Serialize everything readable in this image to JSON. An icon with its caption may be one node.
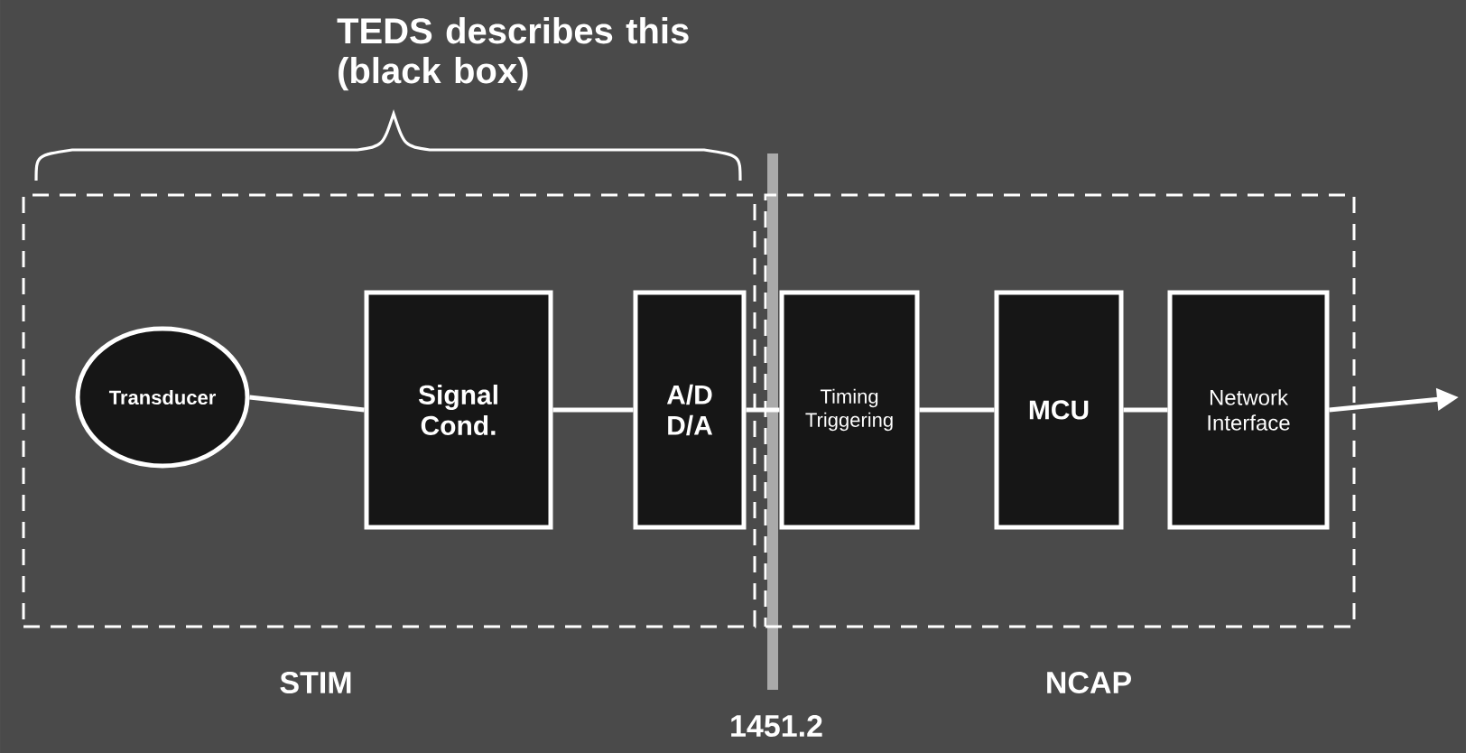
{
  "diagram": {
    "nodes": [
      {
        "text": [
          "STIM"
        ]
      },
      {
        "text": [
          "NCAP"
        ]
      },
      {
        "text": [
          "Transducer"
        ],
        "in": 0
      },
      {
        "text": [
          "Signal Cond."
        ],
        "in": 0
      },
      {
        "text": [
          "A/D D/A"
        ],
        "in": 0
      },
      {
        "text": [
          "Timing Triggering"
        ],
        "in": 1
      },
      {
        "text": [
          "MCU"
        ],
        "in": 1
      },
      {
        "text": [
          "Network Interface"
        ],
        "in": 1
      }
    ],
    "edges": [
      {
        "from": 2,
        "to": 3,
        "arrow": "none"
      },
      {
        "from": 3,
        "to": 4,
        "arrow": "none"
      },
      {
        "from": 4,
        "to": 5,
        "arrow": "none"
      },
      {
        "from": 5,
        "to": 6,
        "arrow": "none"
      },
      {
        "from": 6,
        "to": 7,
        "arrow": "none"
      },
      {
        "from": 7,
        "to": null,
        "arrow": "to"
      }
    ],
    "labels": [
      "TEDS describes this (black box)",
      "1451.2"
    ]
  }
}
